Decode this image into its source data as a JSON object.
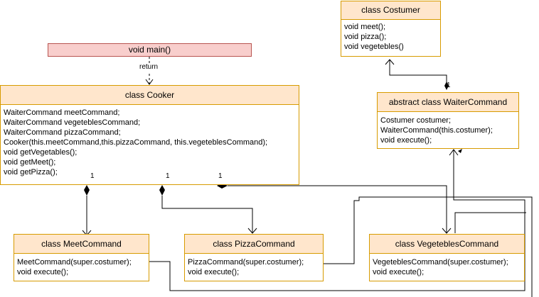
{
  "main": {
    "label": "void main()",
    "edge_label": "return"
  },
  "costumer": {
    "title": "class Costumer",
    "members": [
      "void meet();",
      "void pizza();",
      "void vegetebles()"
    ]
  },
  "cooker": {
    "title": "class Cooker",
    "members": [
      "WaiterCommand meetCommand;",
      "WaiterCommand vegeteblesCommand;",
      "WaiterCommand pizzaCommand;",
      "Cooker(this.meetCommand,this.pizzaCommand, this.vegeteblesCommand);",
      "void getVegetables();",
      "void getMeet();",
      "void getPizza();"
    ]
  },
  "waiter": {
    "title": "abstract class WaiterCommand",
    "members": [
      "Costumer costumer;",
      "WaiterCommand(this.costumer);",
      "void execute();"
    ]
  },
  "meet": {
    "title": "class MeetCommand",
    "members": [
      "MeetCommand(super.costumer);",
      "void execute();"
    ]
  },
  "pizza": {
    "title": "class PizzaCommand",
    "members": [
      "PizzaCommand(super.costumer);",
      "void execute();"
    ]
  },
  "veg": {
    "title": "class VegeteblesCommand",
    "members": [
      "VegeteblesCommand(super.costumer);",
      "void execute();"
    ]
  },
  "multiplicity": {
    "meet": "1",
    "pizza": "1",
    "veg": "1",
    "costumer": "1"
  }
}
